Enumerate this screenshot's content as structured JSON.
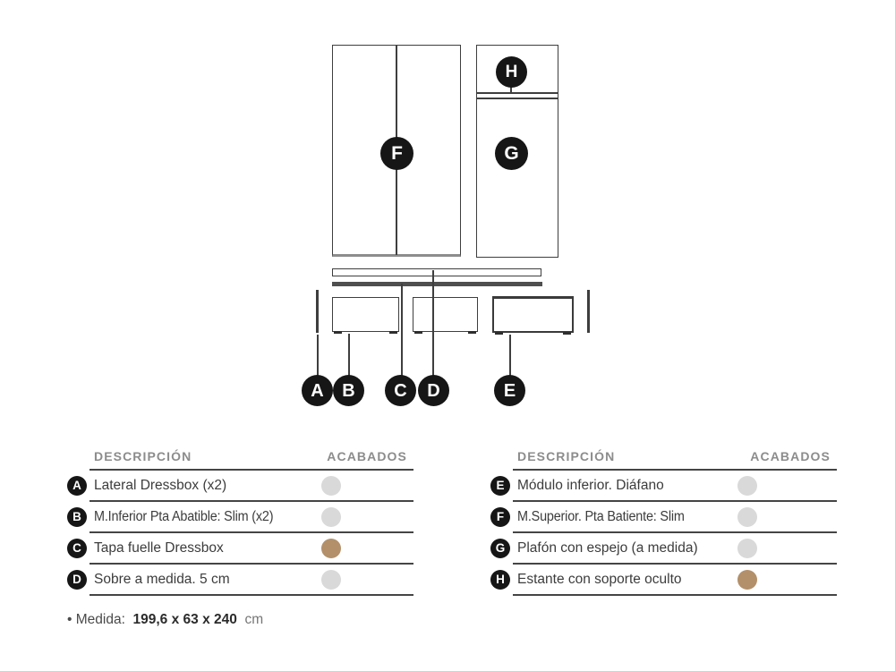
{
  "diagram": {
    "letters": {
      "A": "A",
      "B": "B",
      "C": "C",
      "D": "D",
      "E": "E",
      "F": "F",
      "G": "G",
      "H": "H"
    }
  },
  "tables": [
    {
      "headers": {
        "description": "DESCRIPCIÓN",
        "finishes": "ACABADOS"
      },
      "rows": [
        {
          "key": "A",
          "description": "Lateral Dressbox (x2)",
          "swatch_color": "#d9d9d9"
        },
        {
          "key": "B",
          "description": "M.Inferior Pta Abatible: Slim (x2)",
          "swatch_color": "#d9d9d9"
        },
        {
          "key": "C",
          "description": "Tapa fuelle Dressbox",
          "swatch_color": "#b3906a"
        },
        {
          "key": "D",
          "description": "Sobre a medida. 5 cm",
          "swatch_color": "#d9d9d9"
        }
      ]
    },
    {
      "headers": {
        "description": "DESCRIPCIÓN",
        "finishes": "ACABADOS"
      },
      "rows": [
        {
          "key": "E",
          "description": "Módulo inferior. Diáfano",
          "swatch_color": "#d9d9d9"
        },
        {
          "key": "F",
          "description": "M.Superior. Pta Batiente: Slim",
          "swatch_color": "#d9d9d9"
        },
        {
          "key": "G",
          "description": "Plafón con espejo (a medida)",
          "swatch_color": "#d9d9d9"
        },
        {
          "key": "H",
          "description": "Estante con soporte oculto",
          "swatch_color": "#b3906a"
        }
      ]
    }
  ],
  "footer": {
    "label": "• Medida:",
    "value": "199,6 x 63 x 240",
    "unit": "cm"
  },
  "colors": {
    "line": "#3e3e3e",
    "badge": "#161616",
    "header_text": "#8c8c8c",
    "body_text": "#3c3c3c",
    "swatch_gray": "#d9d9d9",
    "swatch_tan": "#b3906a"
  }
}
